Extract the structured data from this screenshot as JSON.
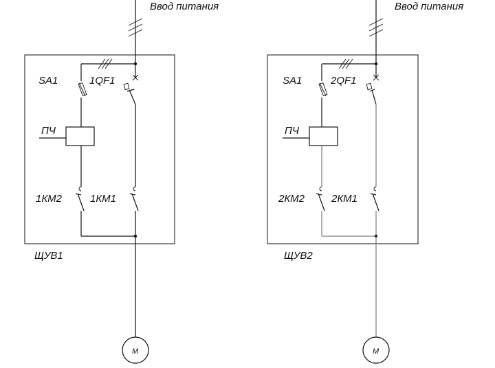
{
  "panels": [
    {
      "id": "left",
      "supply_label": "Ввод питания",
      "switch_label": "SA1",
      "breaker_label": "1QF1",
      "converter_label": "ПЧ",
      "contactor_a_label": "1КМ2",
      "contactor_b_label": "1КМ1",
      "cabinet_label": "ЩУВ1",
      "motor_label": "М"
    },
    {
      "id": "right",
      "supply_label": "Ввод питания",
      "switch_label": "SA1",
      "breaker_label": "2QF1",
      "converter_label": "ПЧ",
      "contactor_a_label": "2КМ2",
      "contactor_b_label": "2КМ1",
      "cabinet_label": "ЩУВ2",
      "motor_label": "М"
    }
  ]
}
